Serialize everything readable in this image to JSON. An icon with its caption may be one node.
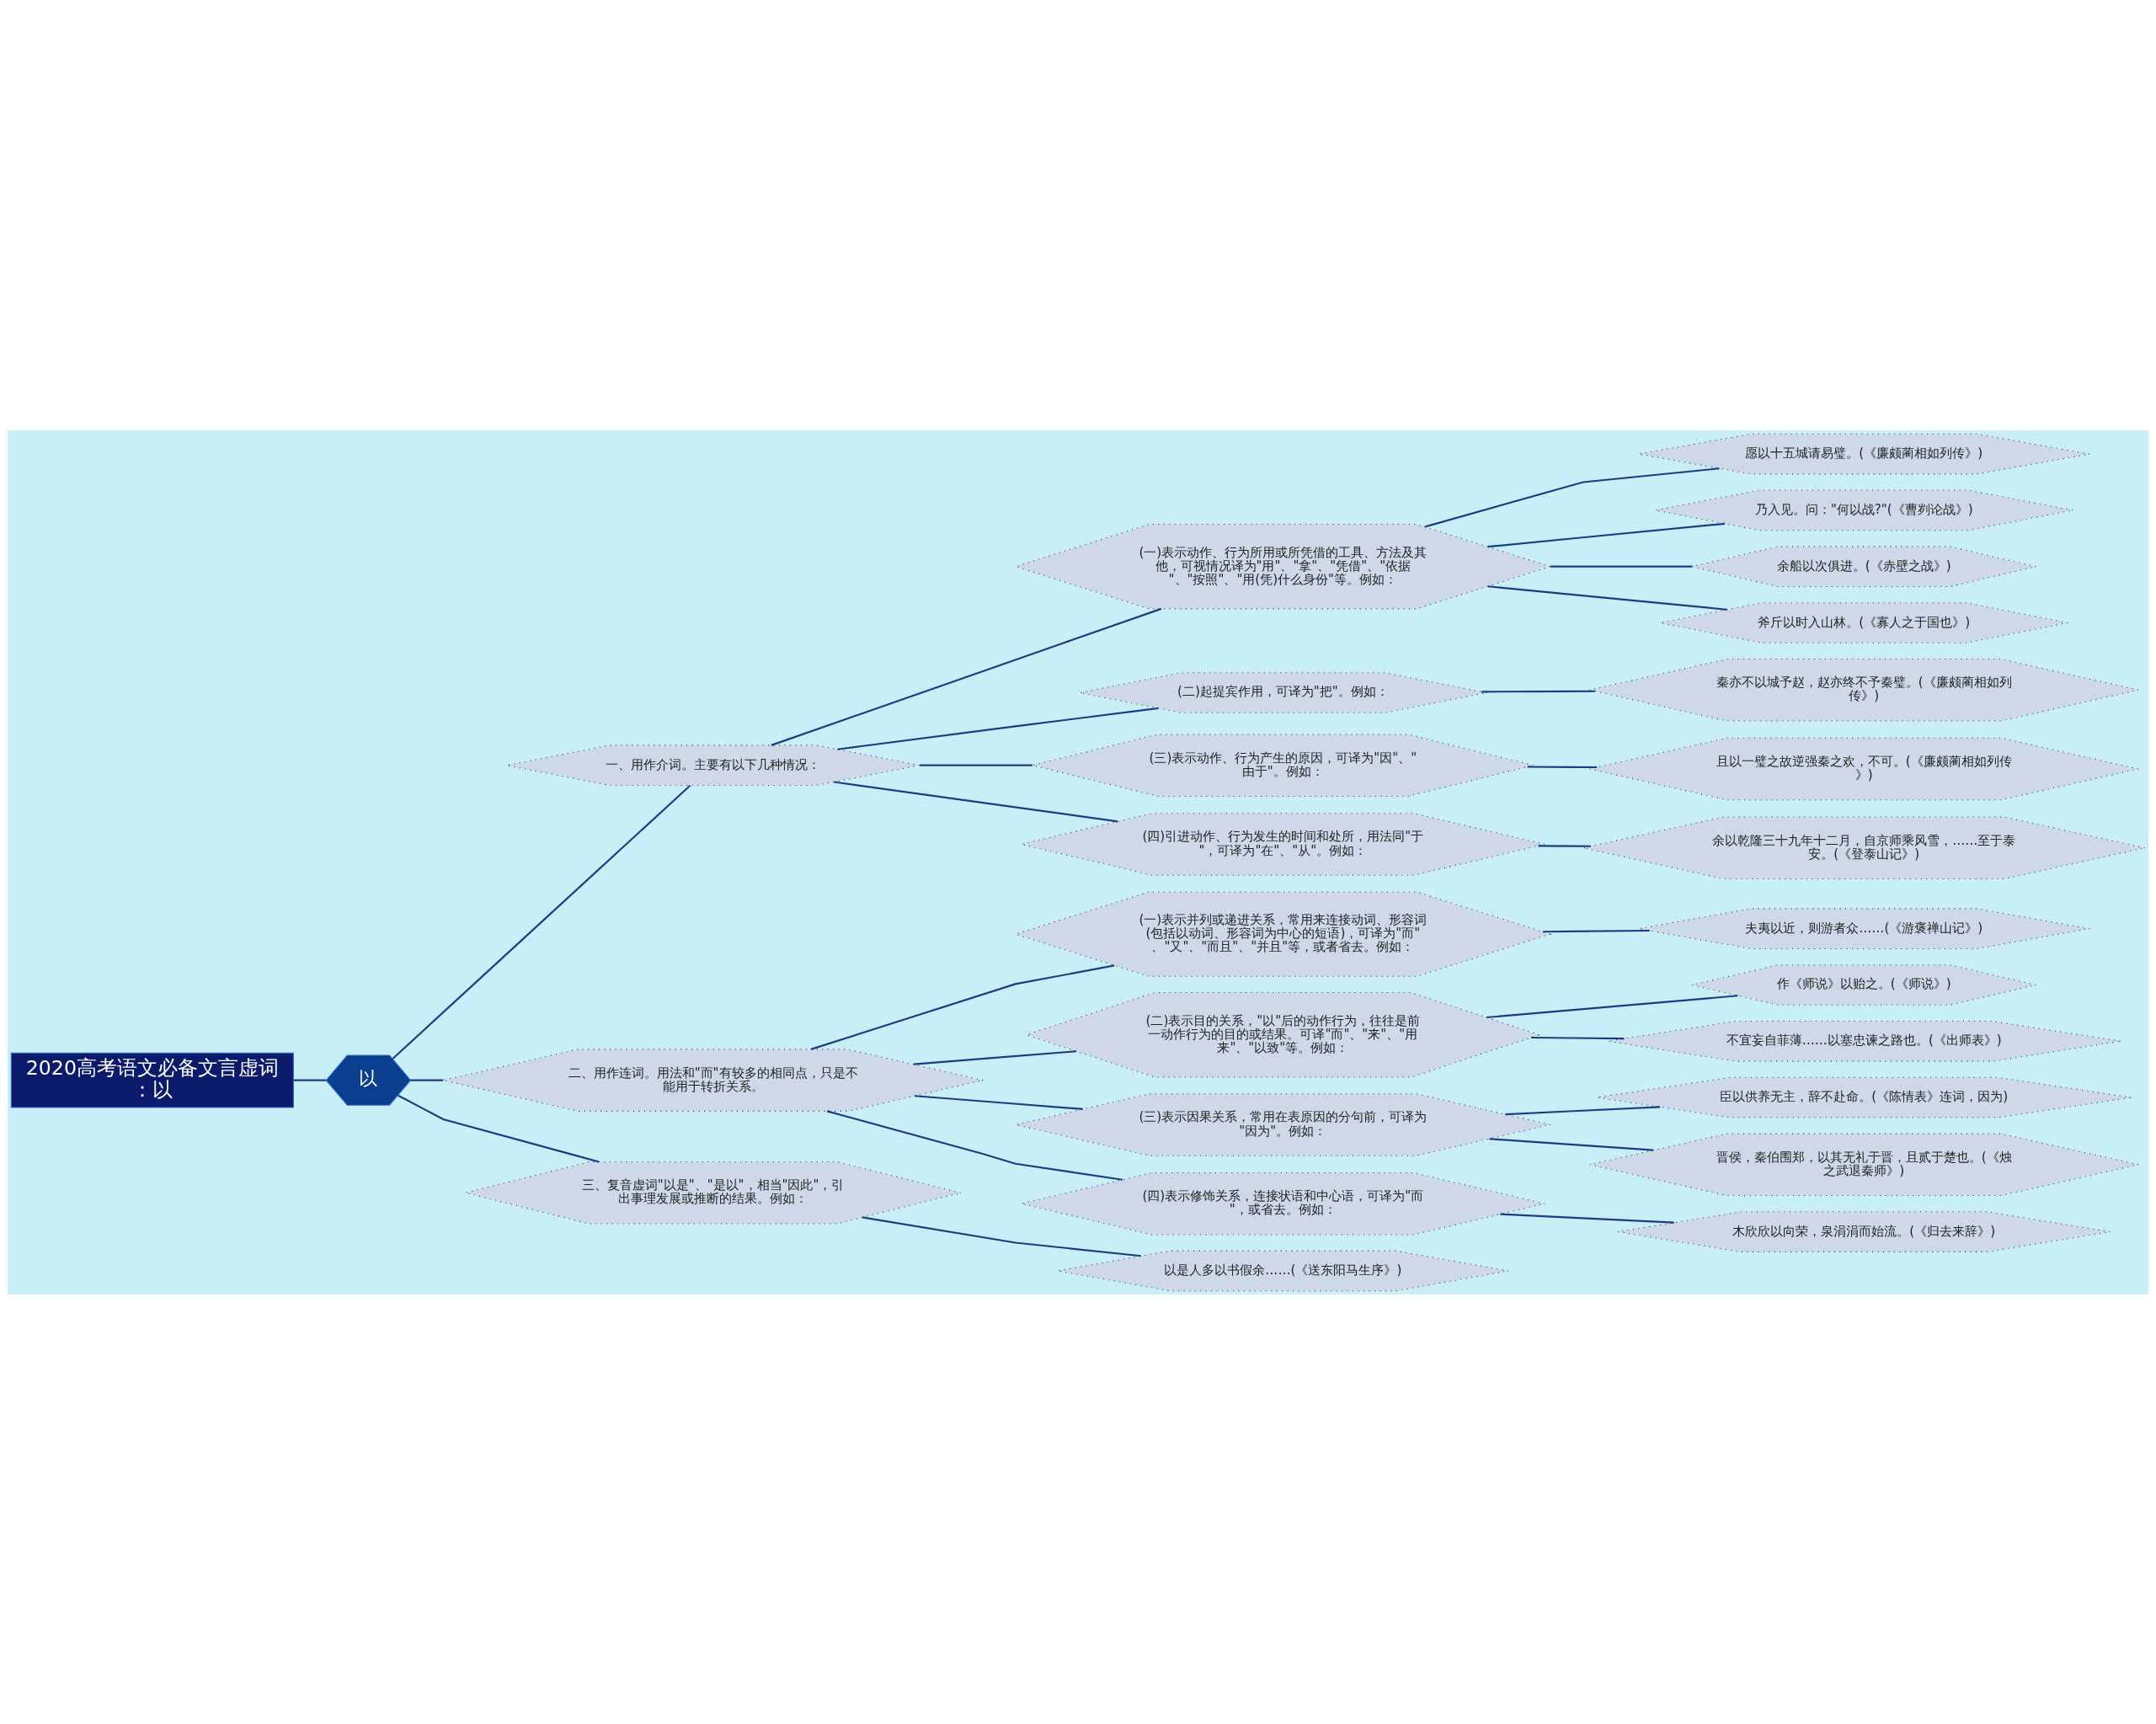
{
  "diagram": {
    "nodes": [
      {
        "text": [
          "2020高考语文必备文言虚词：以"
        ]
      },
      {
        "text": [
          "以"
        ]
      },
      {
        "text": [
          "一、用作介词。主要有以下几种情况："
        ]
      },
      {
        "text": [
          "(一)表示动作、行为所用或所凭借的工具、方法及其他，可视情况译为\"用\"、\"拿\"、\"凭借\"、\"依据\"、\"按照\"、\"用(凭)什么身份\"等。例如："
        ]
      },
      {
        "text": [
          "愿以十五城请易璧。(《廉颇蔺相如列传》)"
        ]
      },
      {
        "text": [
          "乃入见。问：\"何以战?\"(《曹刿论战》)"
        ]
      },
      {
        "text": [
          "余船以次俱进。(《赤壁之战》)"
        ]
      },
      {
        "text": [
          "斧斤以时入山林。(《寡人之于国也》)"
        ]
      },
      {
        "text": [
          "(二)起提宾作用，可译为\"把\"。例如："
        ]
      },
      {
        "text": [
          "秦亦不以城予赵，赵亦终不予秦璧。(《廉颇蔺相如列传》)"
        ]
      },
      {
        "text": [
          "(三)表示动作、行为产生的原因，可译为\"因\"、\"由于\"。例如："
        ]
      },
      {
        "text": [
          "且以一璧之故逆强秦之欢，不可。(《廉颇蔺相如列传》)"
        ]
      },
      {
        "text": [
          "(四)引进动作、行为发生的时间和处所，用法同\"于\"，可译为\"在\"、\"从\"。例如："
        ]
      },
      {
        "text": [
          "余以乾隆三十九年十二月，自京师乘风雪，……至于泰安。(《登泰山记》)"
        ]
      },
      {
        "text": [
          "二、用作连词。用法和\"而\"有较多的相同点，只是不能用于转折关系。"
        ]
      },
      {
        "text": [
          "(一)表示并列或递进关系，常用来连接动词、形容词(包括以动词、形容词为中心的短语)，可译为\"而\"、\"又\"、\"而且\"、\"并且\"等，或者省去。例如："
        ]
      },
      {
        "text": [
          "夫夷以近，则游者众……(《游褒禅山记》)"
        ]
      },
      {
        "text": [
          "(二)表示目的关系，\"以\"后的动作行为，往往是前一动作行为的目的或结果。可译\"而\"、\"来\"、\"用来\"、\"以致\"等。例如："
        ]
      },
      {
        "text": [
          "作《师说》以贻之。(《师说》)"
        ]
      },
      {
        "text": [
          "不宜妄自菲薄……以塞忠谏之路也。(《出师表》)"
        ]
      },
      {
        "text": [
          "(三)表示因果关系，常用在表原因的分句前，可译为\"因为\"。例如："
        ]
      },
      {
        "text": [
          "臣以供养无主，辞不赴命。(《陈情表》连词，因为)"
        ]
      },
      {
        "text": [
          "晋侯，秦伯围郑，以其无礼于晋，且贰于楚也。(《烛之武退秦师》)"
        ]
      },
      {
        "text": [
          "(四)表示修饰关系，连接状语和中心语，可译为\"而\"，或省去。例如："
        ]
      },
      {
        "text": [
          "木欣欣以向荣，泉涓涓而始流。(《归去来辞》)"
        ]
      },
      {
        "text": [
          "三、复音虚词\"以是\"、\"是以\"，相当\"因此\"，引出事理发展或推断的结果。例如："
        ]
      },
      {
        "text": [
          "以是人多以书假余……(《送东阳马生序》)"
        ]
      }
    ],
    "edges": [
      {
        "from": 0,
        "to": 1,
        "arrow": "none"
      },
      {
        "from": 1,
        "to": 2,
        "arrow": "none"
      },
      {
        "from": 2,
        "to": 3,
        "arrow": "none"
      },
      {
        "from": 3,
        "to": 4,
        "arrow": "none"
      },
      {
        "from": 3,
        "to": 5,
        "arrow": "none"
      },
      {
        "from": 3,
        "to": 6,
        "arrow": "none"
      },
      {
        "from": 3,
        "to": 7,
        "arrow": "none"
      },
      {
        "from": 2,
        "to": 8,
        "arrow": "none"
      },
      {
        "from": 8,
        "to": 9,
        "arrow": "none"
      },
      {
        "from": 2,
        "to": 10,
        "arrow": "none"
      },
      {
        "from": 10,
        "to": 11,
        "arrow": "none"
      },
      {
        "from": 2,
        "to": 12,
        "arrow": "none"
      },
      {
        "from": 12,
        "to": 13,
        "arrow": "none"
      },
      {
        "from": 1,
        "to": 14,
        "arrow": "none"
      },
      {
        "from": 14,
        "to": 15,
        "arrow": "none"
      },
      {
        "from": 15,
        "to": 16,
        "arrow": "none"
      },
      {
        "from": 14,
        "to": 17,
        "arrow": "none"
      },
      {
        "from": 17,
        "to": 18,
        "arrow": "none"
      },
      {
        "from": 17,
        "to": 19,
        "arrow": "none"
      },
      {
        "from": 14,
        "to": 20,
        "arrow": "none"
      },
      {
        "from": 20,
        "to": 21,
        "arrow": "none"
      },
      {
        "from": 20,
        "to": 22,
        "arrow": "none"
      },
      {
        "from": 14,
        "to": 23,
        "arrow": "none"
      },
      {
        "from": 23,
        "to": 24,
        "arrow": "none"
      },
      {
        "from": 1,
        "to": 25,
        "arrow": "none"
      },
      {
        "from": 25,
        "to": 26,
        "arrow": "none"
      }
    ]
  }
}
